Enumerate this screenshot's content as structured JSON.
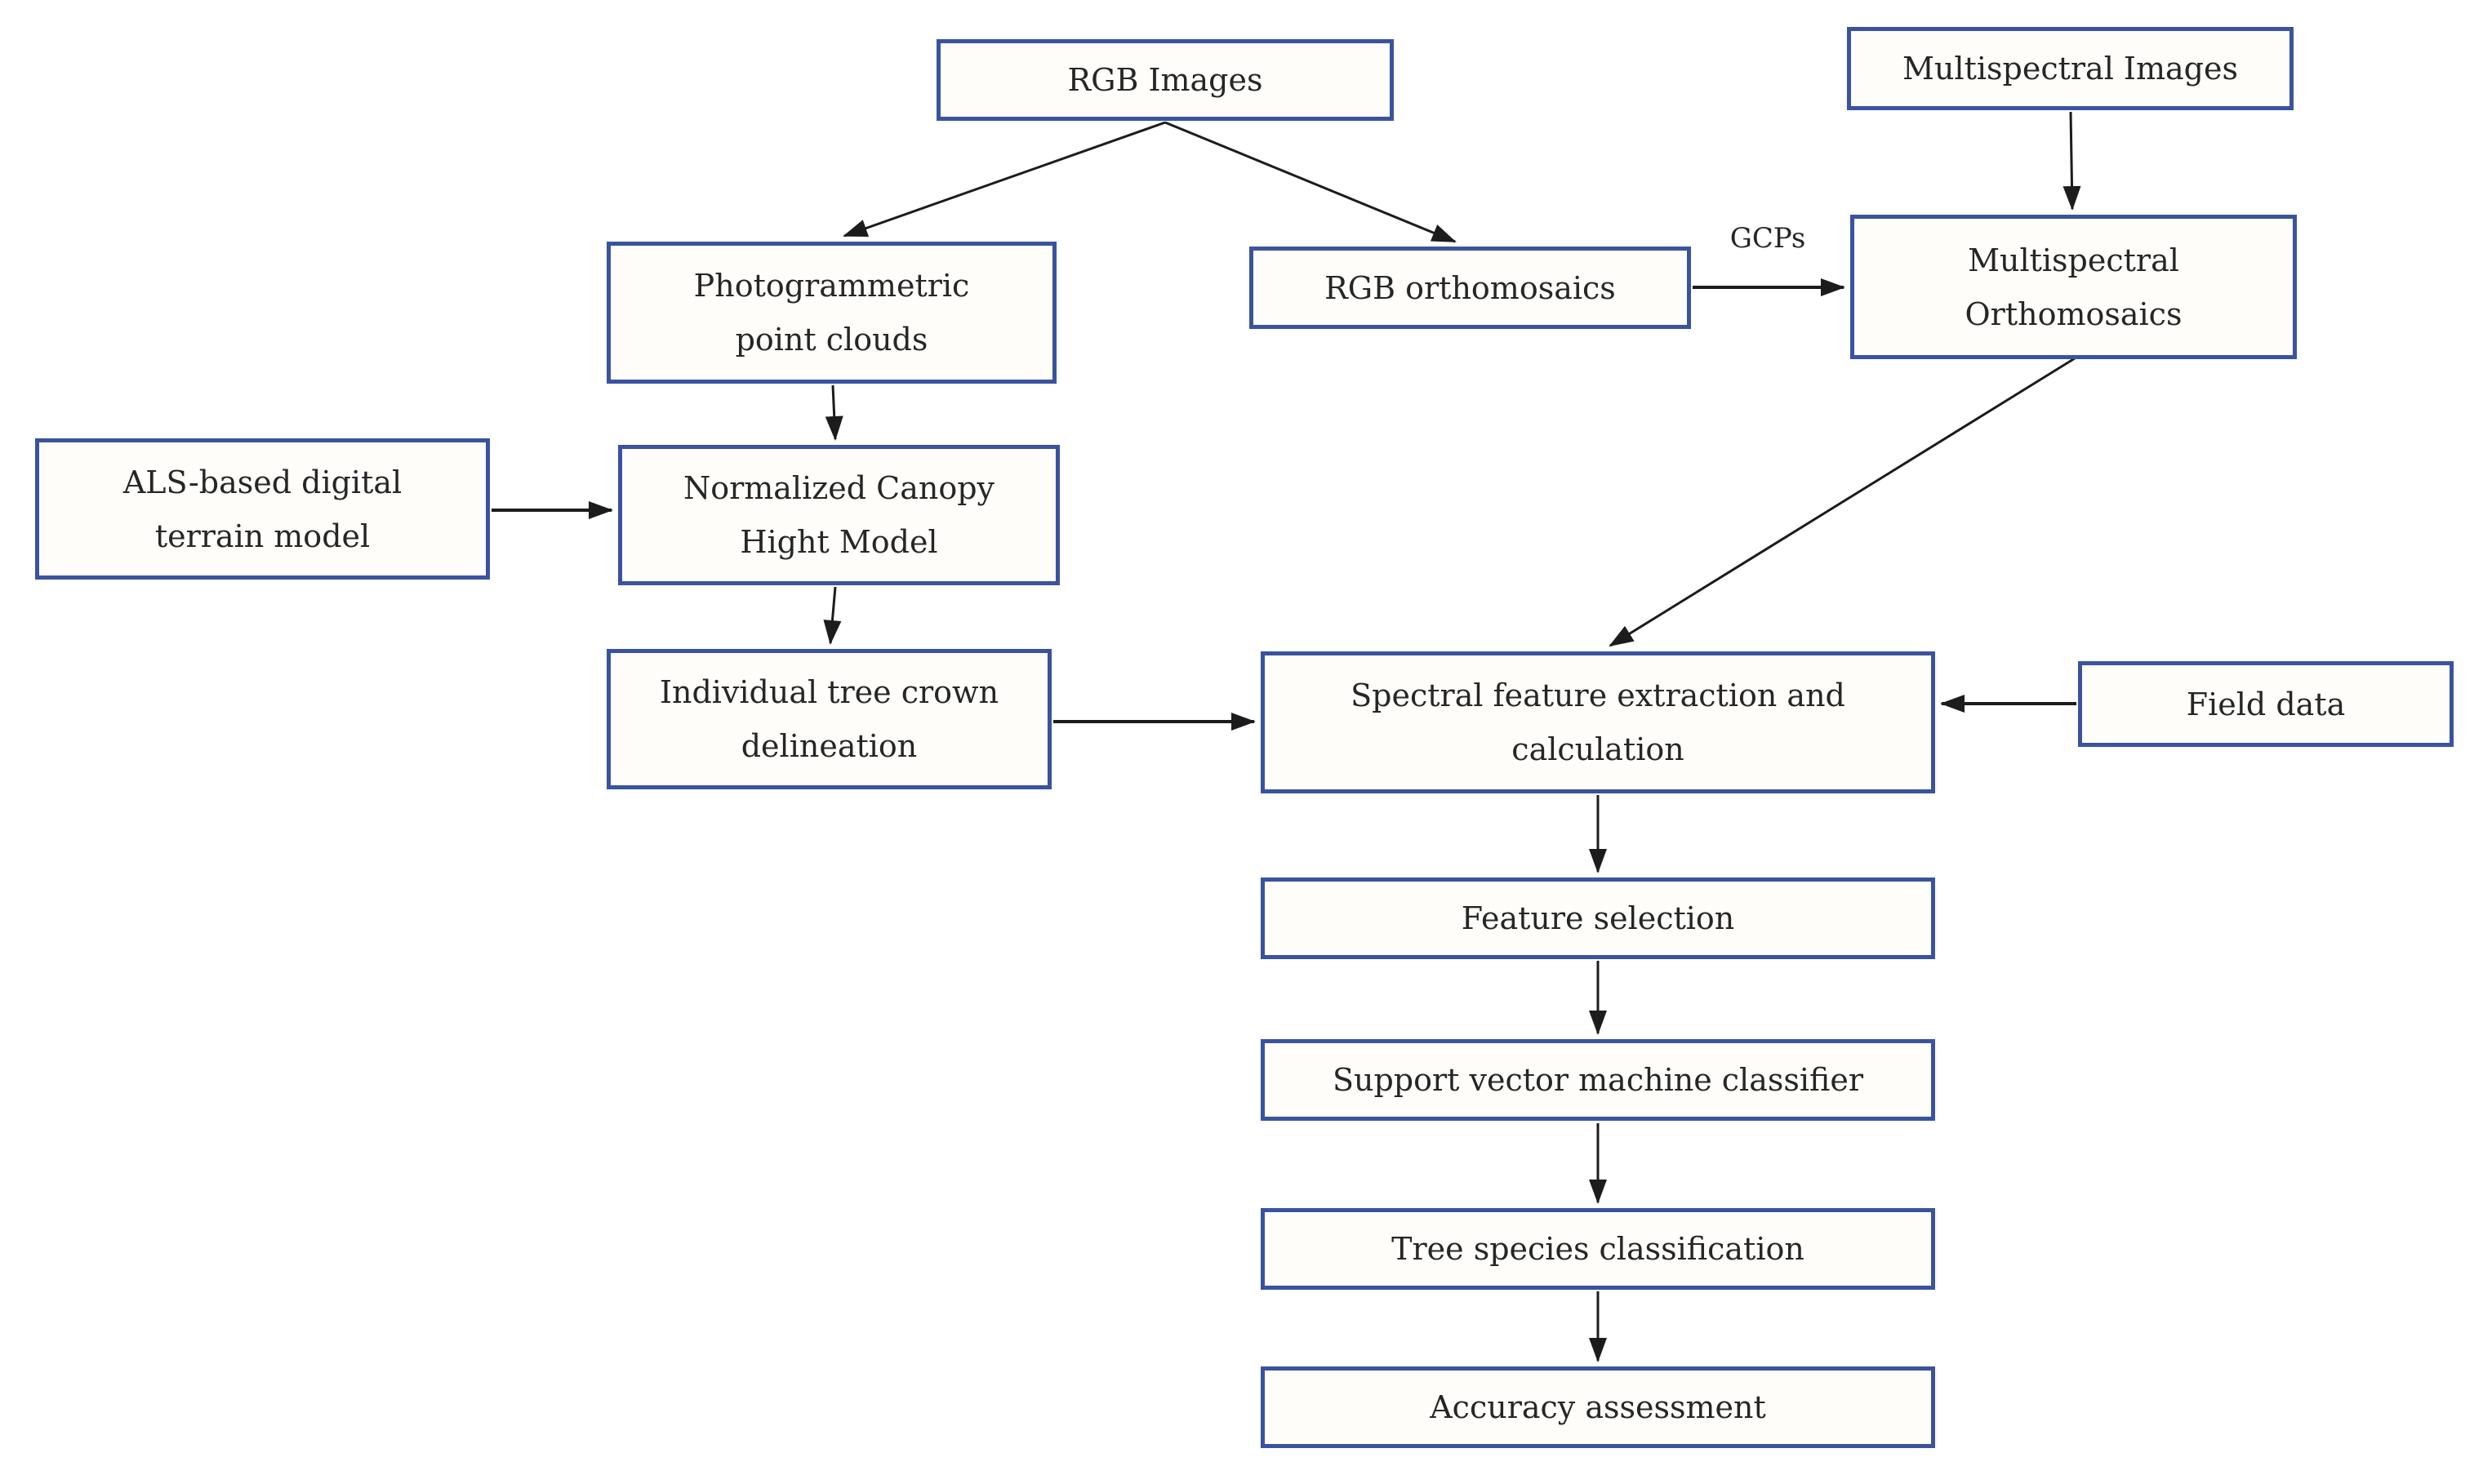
{
  "figure": {
    "type": "flowchart",
    "nodes": {
      "rgb_images": {
        "label": "RGB Images"
      },
      "multispectral_images": {
        "label": "Multispectral Images"
      },
      "photogrammetric_point_clouds": {
        "label": "Photogrammetric\npoint clouds"
      },
      "rgb_orthomosaics": {
        "label": "RGB orthomosaics"
      },
      "multispectral_orthomosaics": {
        "label": "Multispectral\nOrthomosaics"
      },
      "als_digital_terrain_model": {
        "label": "ALS-based digital\nterrain model"
      },
      "normalized_canopy_height_model": {
        "label": "Normalized Canopy\nHight Model"
      },
      "individual_tree_crown_delineation": {
        "label": "Individual tree crown\ndelineation"
      },
      "spectral_feature_extraction": {
        "label": "Spectral feature extraction and\ncalculation"
      },
      "field_data": {
        "label": "Field data"
      },
      "feature_selection": {
        "label": "Feature selection"
      },
      "svm_classifier": {
        "label": "Support vector machine classifier"
      },
      "tree_species_classification": {
        "label": "Tree species classification"
      },
      "accuracy_assessment": {
        "label": "Accuracy assessment"
      }
    },
    "edges": [
      {
        "from": "rgb_images",
        "to": "photogrammetric_point_clouds",
        "label": ""
      },
      {
        "from": "rgb_images",
        "to": "rgb_orthomosaics",
        "label": ""
      },
      {
        "from": "multispectral_images",
        "to": "multispectral_orthomosaics",
        "label": ""
      },
      {
        "from": "rgb_orthomosaics",
        "to": "multispectral_orthomosaics",
        "label": "GCPs"
      },
      {
        "from": "photogrammetric_point_clouds",
        "to": "normalized_canopy_height_model",
        "label": ""
      },
      {
        "from": "als_digital_terrain_model",
        "to": "normalized_canopy_height_model",
        "label": ""
      },
      {
        "from": "normalized_canopy_height_model",
        "to": "individual_tree_crown_delineation",
        "label": ""
      },
      {
        "from": "multispectral_orthomosaics",
        "to": "spectral_feature_extraction",
        "label": ""
      },
      {
        "from": "individual_tree_crown_delineation",
        "to": "spectral_feature_extraction",
        "label": ""
      },
      {
        "from": "field_data",
        "to": "spectral_feature_extraction",
        "label": ""
      },
      {
        "from": "spectral_feature_extraction",
        "to": "feature_selection",
        "label": ""
      },
      {
        "from": "feature_selection",
        "to": "svm_classifier",
        "label": ""
      },
      {
        "from": "svm_classifier",
        "to": "tree_species_classification",
        "label": ""
      },
      {
        "from": "tree_species_classification",
        "to": "accuracy_assessment",
        "label": ""
      }
    ],
    "colors": {
      "box_border": "#39539f",
      "box_fill": "#fefdfa",
      "arrow": "#1c1c1c",
      "text": "#262626"
    }
  }
}
